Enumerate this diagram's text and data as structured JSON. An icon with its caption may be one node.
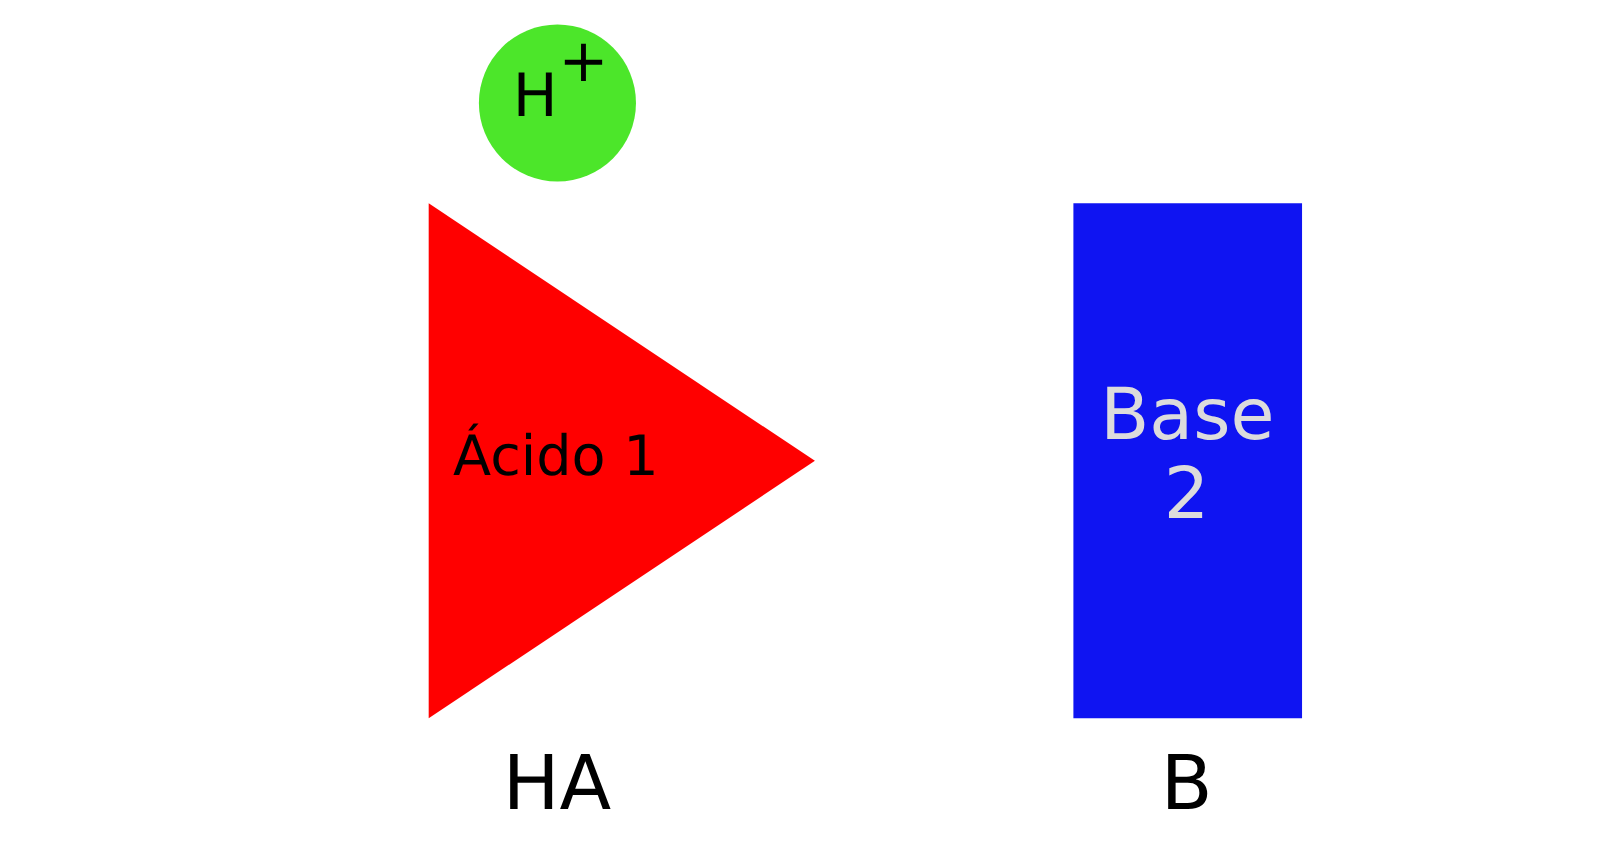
{
  "diagram": {
    "nodes": [
      {
        "text": [
          "Ácido 1"
        ],
        "beside": [
          "HA"
        ]
      },
      {
        "text": [
          "H$^{+}$"
        ]
      },
      {
        "text": [
          "Base 2"
        ],
        "beside": [
          "B"
        ]
      }
    ]
  }
}
